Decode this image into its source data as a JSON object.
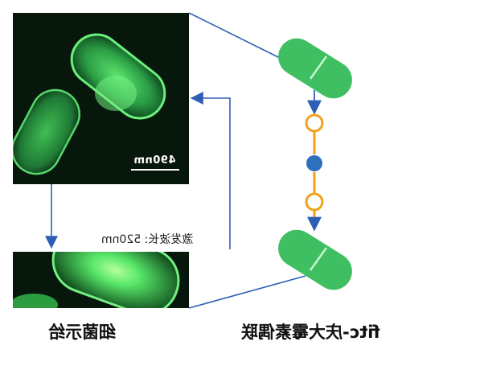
{
  "labels": {
    "scale": "490nm",
    "excitation": "激发波长: 520nm",
    "bacteria_caption": "细菌示给",
    "conjugate_caption": "fitc-庆大霉素偶联"
  },
  "colors": {
    "arrow_blue": "#2f5fb5",
    "linker_orange": "#f0a21a",
    "node_blue": "#2f6fc0",
    "bacterium_green": "#3fbf62",
    "micro_bg": "#0a1a0e"
  }
}
